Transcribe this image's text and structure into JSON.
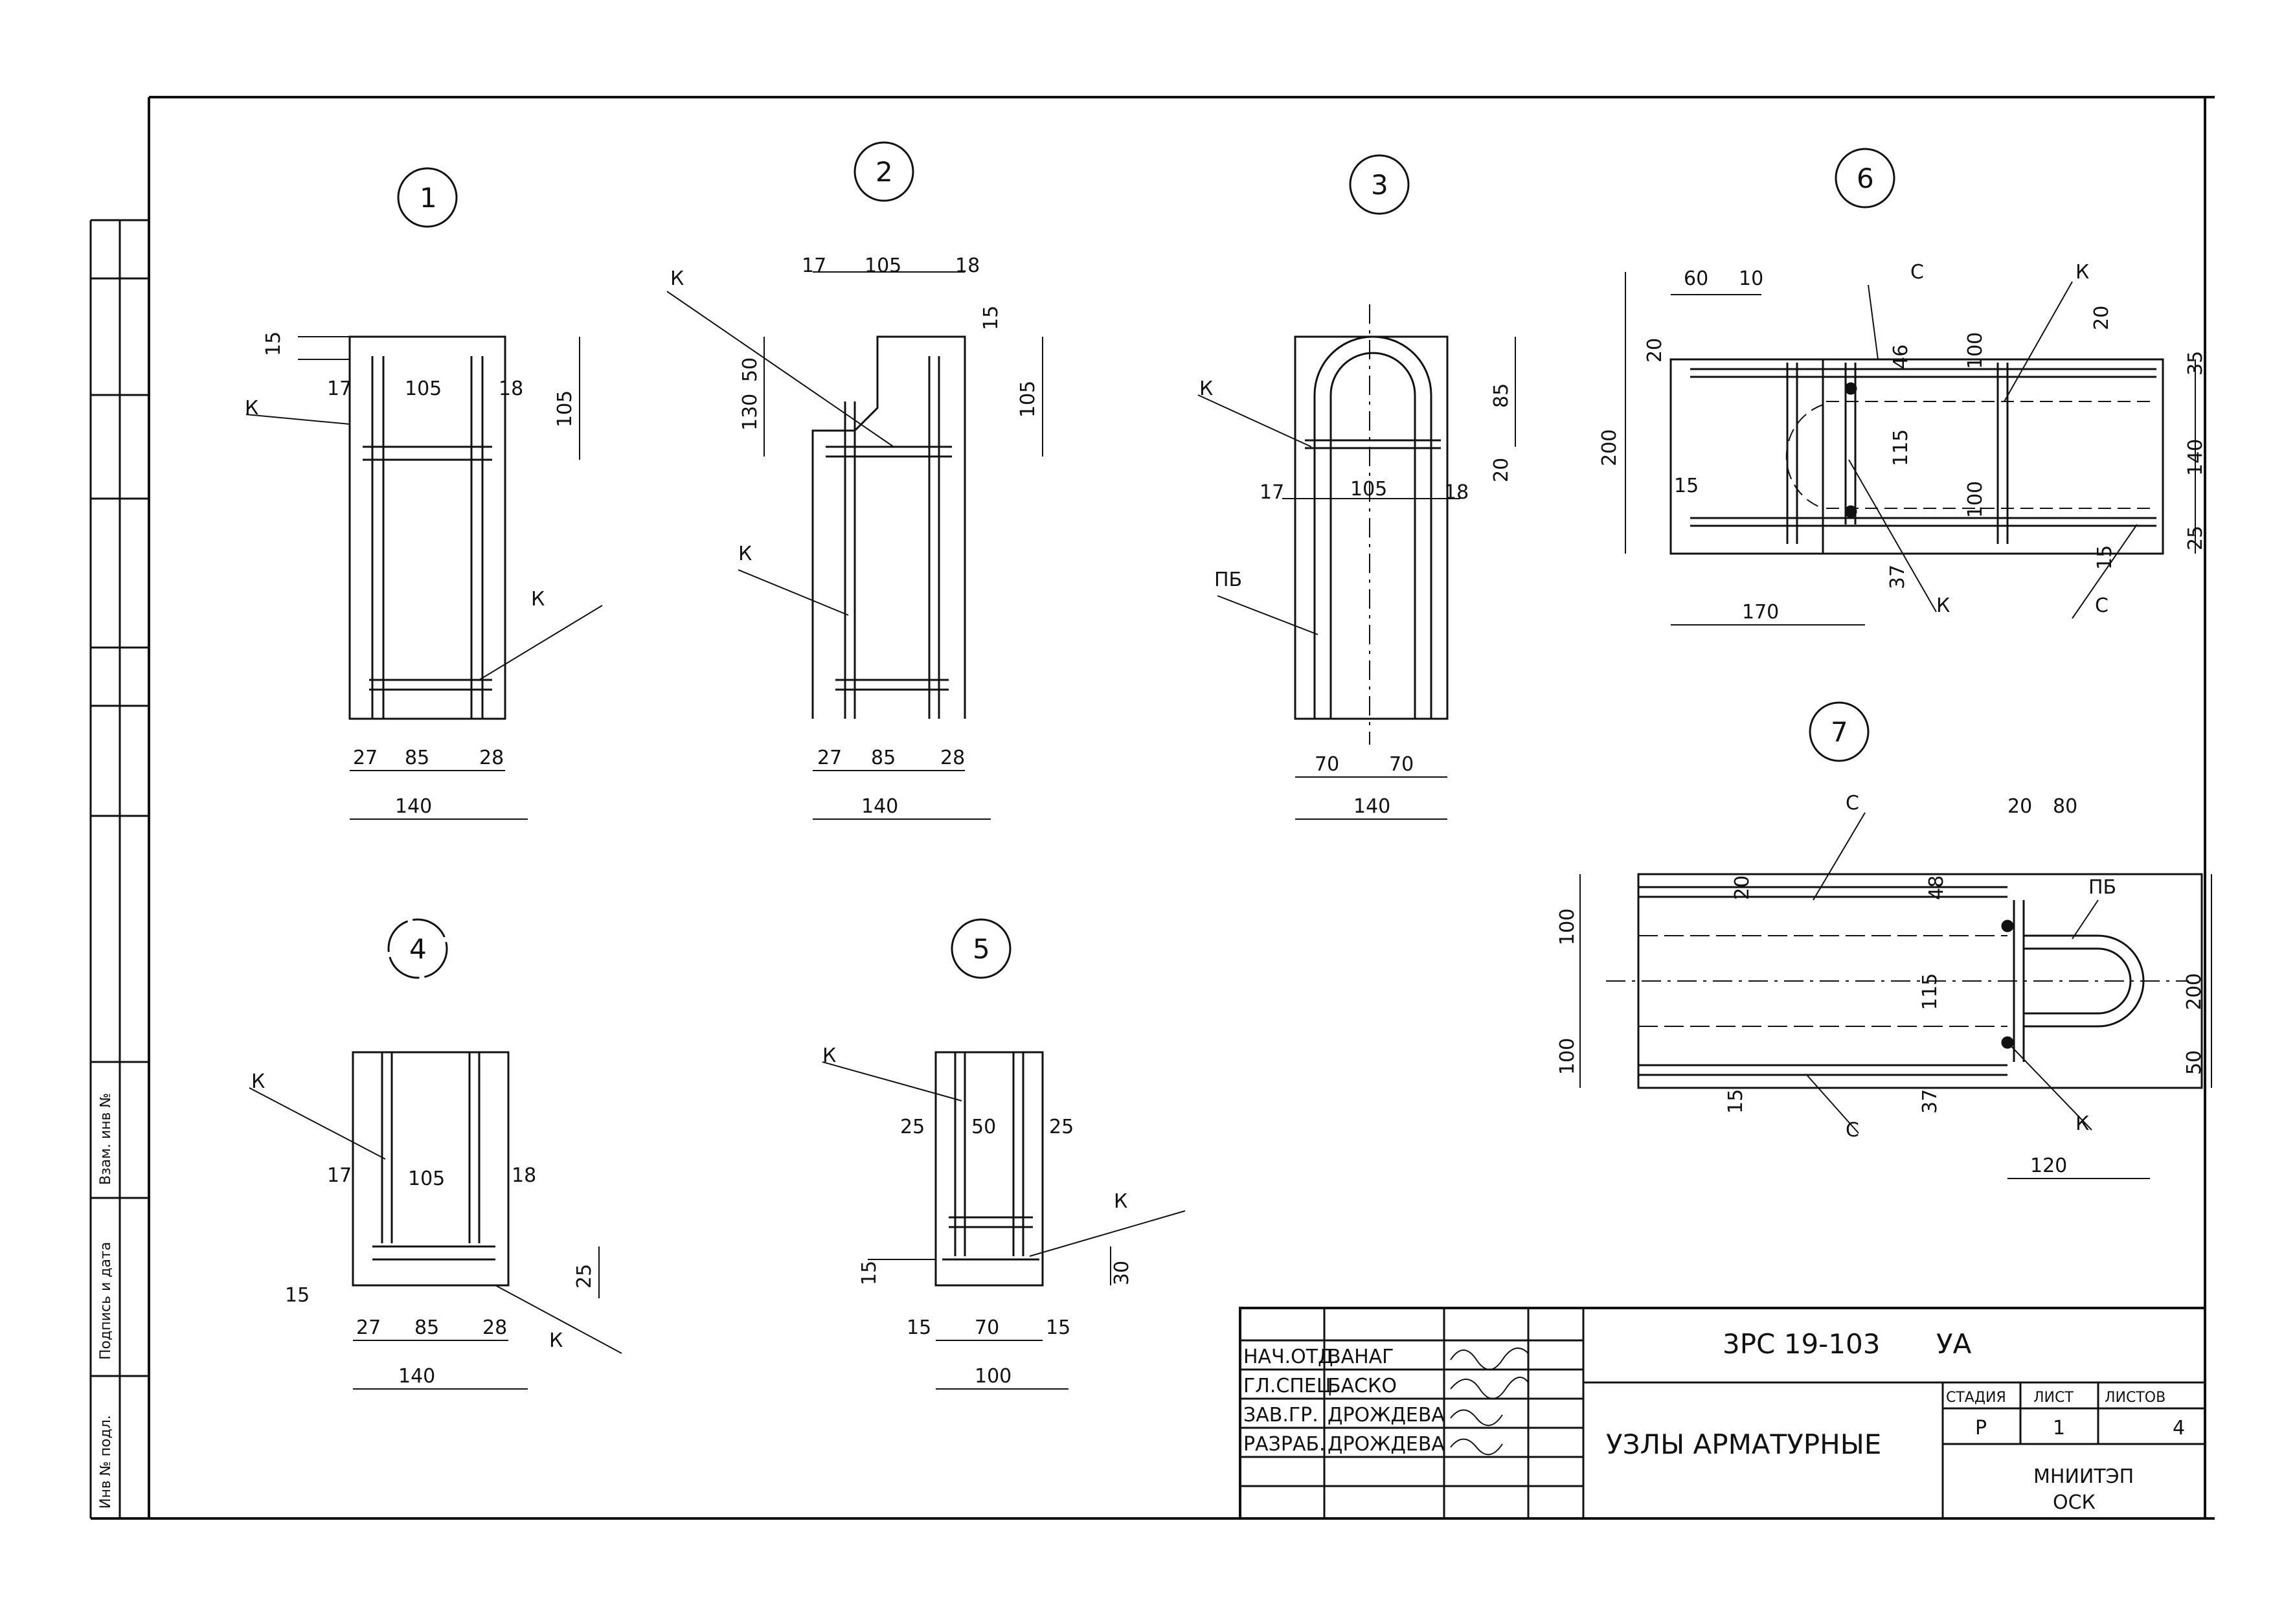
{
  "sheet": {
    "code": "3РС 19-103",
    "suffix": "УА",
    "title": "УЗЛЫ АРМАТУРНЫЕ",
    "org_line1": "МНИИТЭП",
    "org_line2": "ОСК",
    "stage_label": "СТАДИЯ",
    "sheet_label": "ЛИСТ",
    "sheets_label": "ЛИСТОВ",
    "stage_value": "Р",
    "sheet_value": "1",
    "sheets_value": "4"
  },
  "signatures": [
    {
      "role": "НАЧ.ОТД.",
      "name": "ВАНАГ"
    },
    {
      "role": "ГЛ.СПЕЦ.",
      "name": "БАСКО"
    },
    {
      "role": "ЗАВ.ГР.",
      "name": "ДРОЖДЕВА"
    },
    {
      "role": "РАЗРАБ.",
      "name": "ДРОЖДЕВА"
    }
  ],
  "side_stamp": {
    "inv_podl": "Инв № подл.",
    "podpis": "Подпись и дата",
    "vzam": "Взам. инв №"
  },
  "details": {
    "d1": {
      "num": "1",
      "k": "К",
      "dims": [
        "15",
        "105",
        "17",
        "105",
        "18",
        "27",
        "85",
        "28",
        "140"
      ]
    },
    "d2": {
      "num": "2",
      "k": "К",
      "dims": [
        "17",
        "105",
        "18",
        "15",
        "130",
        "50",
        "105",
        "27",
        "85",
        "28",
        "140"
      ]
    },
    "d3": {
      "num": "3",
      "k": "К",
      "pb": "ПБ",
      "dims": [
        "85",
        "17",
        "105",
        "18",
        "20",
        "70",
        "70",
        "140"
      ]
    },
    "d4": {
      "num": "4",
      "k": "К",
      "dims": [
        "17",
        "105",
        "18",
        "15",
        "25",
        "27",
        "85",
        "28",
        "140"
      ]
    },
    "d5": {
      "num": "5",
      "k": "К",
      "dims": [
        "25",
        "50",
        "25",
        "15",
        "30",
        "15",
        "70",
        "15",
        "100"
      ]
    },
    "d6": {
      "num": "6",
      "k": "К",
      "c": "С",
      "dims": [
        "60",
        "10",
        "20",
        "46",
        "100",
        "20",
        "35",
        "200",
        "15",
        "115",
        "100",
        "140",
        "25",
        "15",
        "37",
        "170"
      ]
    },
    "d7": {
      "num": "7",
      "c": "С",
      "pb": "ПБ",
      "k": "К",
      "dims": [
        "20",
        "80",
        "20",
        "48",
        "100",
        "115",
        "200",
        "100",
        "50",
        "15",
        "37",
        "120"
      ]
    }
  }
}
